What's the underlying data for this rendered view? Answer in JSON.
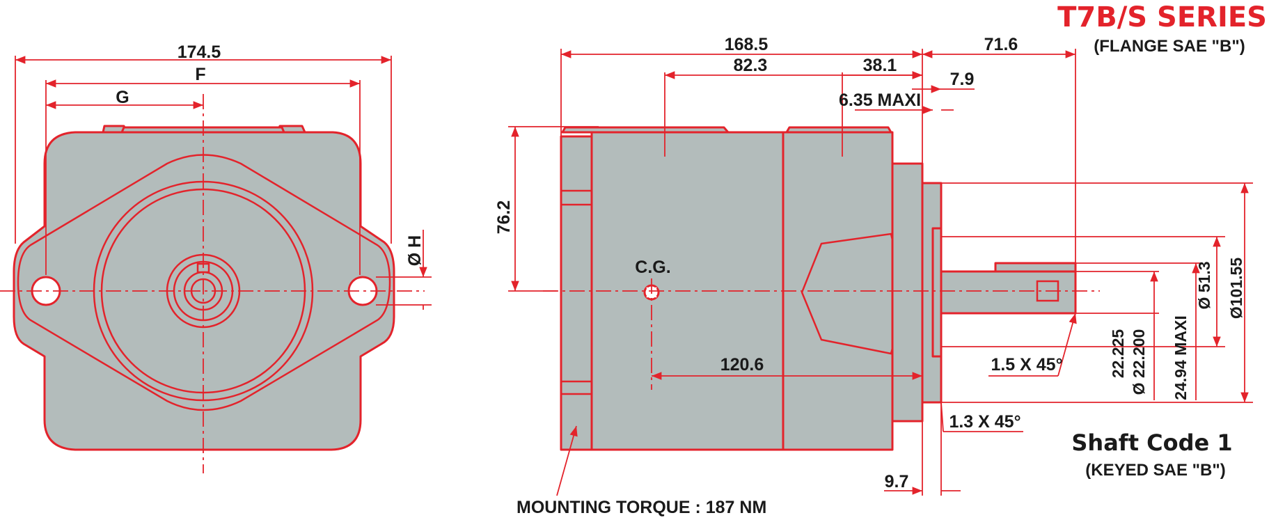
{
  "header": {
    "series_title": "T7B/S SERIES",
    "flange_note": "(FLANGE SAE \"B\")",
    "shaft_title": "Shaft Code 1",
    "shaft_note": "(KEYED SAE \"B\")"
  },
  "front_view": {
    "dim_overall_width": "174.5",
    "dim_f": "F",
    "dim_g": "G",
    "dim_hole": "Ø H"
  },
  "side_view": {
    "dim_body_length": "168.5",
    "dim_shaft_length": "71.6",
    "dim_82_3": "82.3",
    "dim_38_1": "38.1",
    "dim_7_9": "7.9",
    "dim_6_35": "6.35  MAXI",
    "dim_76_2": "76.2",
    "cg_label": "C.G.",
    "dim_cg": "120.6",
    "chamfer_1": "1.5 X 45°",
    "chamfer_2": "1.3 X 45°",
    "dim_9_7": "9.7",
    "dim_shaft_dia_a": "22.225",
    "dim_shaft_dia_b": "Ø 22.200",
    "dim_key": "24.94  MAXI",
    "dim_pilot": "Ø 51.3",
    "dim_pilot_outer": "Ø101.55",
    "mounting_torque": "MOUNTING TORQUE : 187 NM"
  },
  "colors": {
    "outline": "#e3232b",
    "body_fill": "#b3bcbb",
    "text": "#1a1a1a"
  }
}
